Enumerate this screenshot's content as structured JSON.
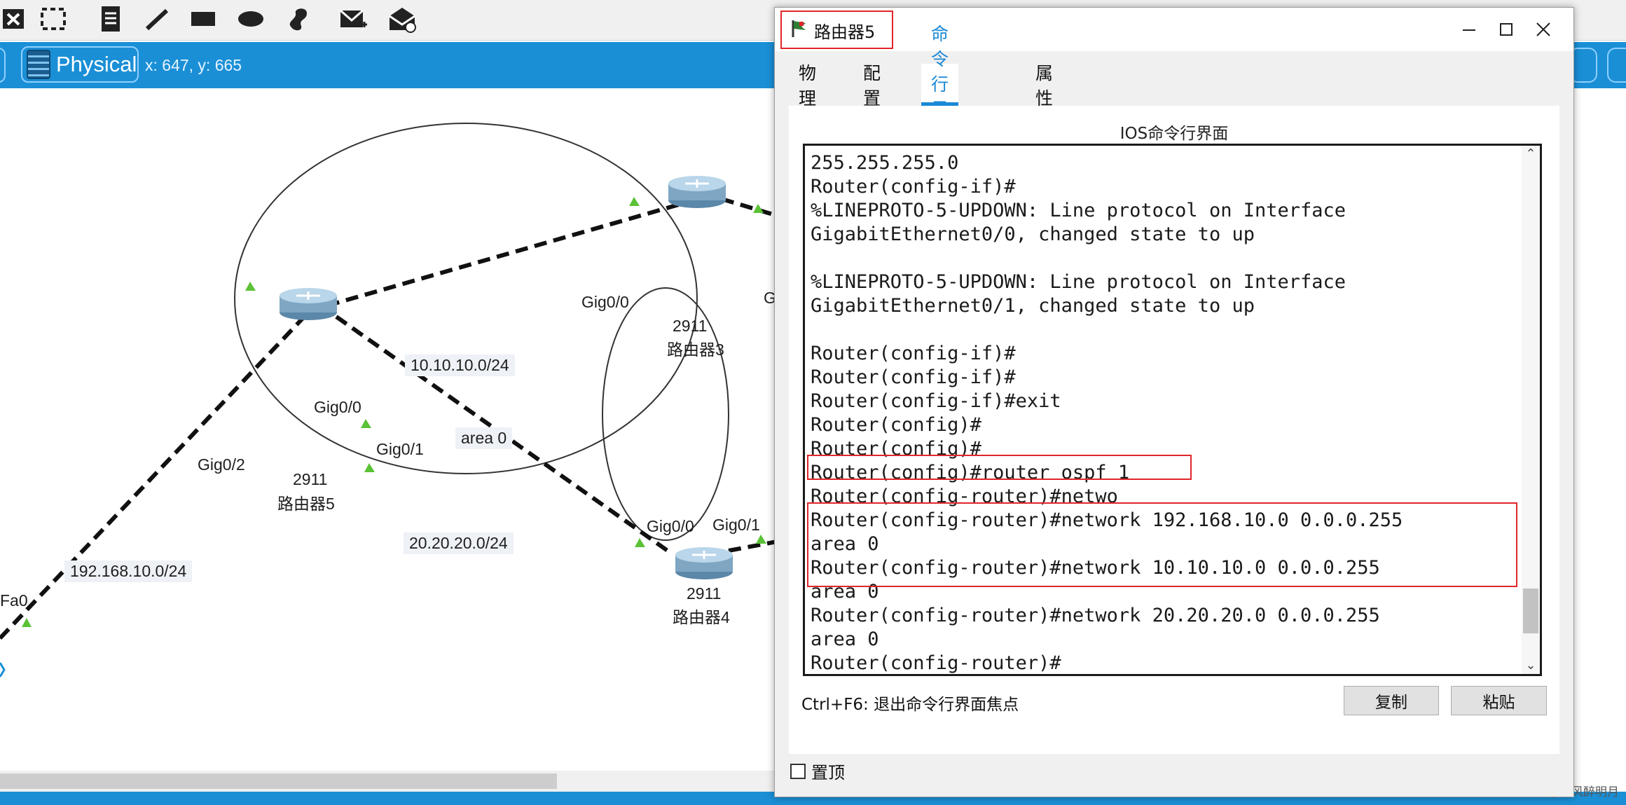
{
  "workspace": {
    "mode_label": "Physical",
    "coords": "x: 647, y: 665"
  },
  "topology": {
    "routers": [
      {
        "model": "2911",
        "name": "路由器3"
      },
      {
        "model": "2911",
        "name": "路由器5"
      },
      {
        "model": "2911",
        "name": "路由器4"
      }
    ],
    "ports": [
      "Gig0/0",
      "G",
      "Gig0/0",
      "Gig0/1",
      "Gig0/2",
      "Gig0/0",
      "Gig0/1",
      "Fa0"
    ],
    "networks": [
      "10.10.10.0/24",
      "area 0",
      "20.20.20.0/24",
      "192.168.10.0/24"
    ]
  },
  "window": {
    "title": "路由器5",
    "tabs": [
      "物理",
      "配置",
      "命令行界面",
      "属性"
    ],
    "active_tab": "命令行界面",
    "panel_title": "IOS命令行界面",
    "console_lines": [
      "255.255.255.0",
      "Router(config-if)#",
      "%LINEPROTO-5-UPDOWN: Line protocol on Interface",
      "GigabitEthernet0/0, changed state to up",
      "",
      "%LINEPROTO-5-UPDOWN: Line protocol on Interface",
      "GigabitEthernet0/1, changed state to up",
      "",
      "Router(config-if)#",
      "Router(config-if)#",
      "Router(config-if)#exit",
      "Router(config)#",
      "Router(config)#",
      "Router(config)#router ospf 1",
      "Router(config-router)#netwo",
      "Router(config-router)#network 192.168.10.0 0.0.0.255",
      "area 0",
      "Router(config-router)#network 10.10.10.0 0.0.0.255",
      "area 0",
      "Router(config-router)#network 20.20.20.0 0.0.0.255",
      "area 0",
      "Router(config-router)#"
    ],
    "shortcut_hint": "Ctrl+F6: 退出命令行界面焦点",
    "copy_label": "复制",
    "paste_label": "粘贴",
    "always_on_top_label": "置顶",
    "always_on_top_checked": false
  },
  "watermark": "CSDN @遨风醉明月",
  "colors": {
    "accent_blue": "#1a8fd6",
    "tab_active": "#1a88d6",
    "highlight_red": "#e0262a",
    "link_triangle": "#5bc236"
  }
}
